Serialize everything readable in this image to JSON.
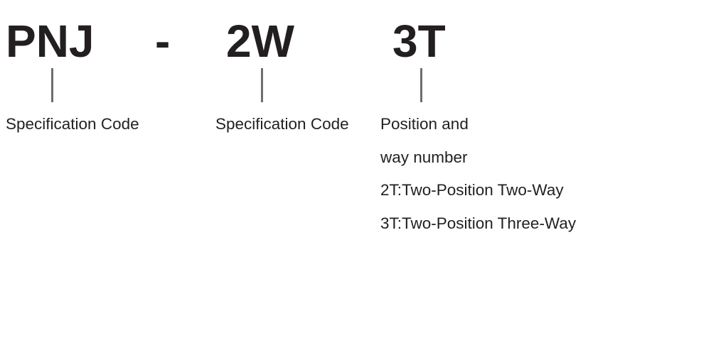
{
  "codes": {
    "series": "PNJ",
    "separator": "-",
    "spec": "2W",
    "position": "3T"
  },
  "descriptions": {
    "series": "Specification Code",
    "spec": "Specification Code",
    "position": {
      "line1": "Position and",
      "line2": "way number",
      "line3": "2T:Two-Position Two-Way",
      "line4": "3T:Two-Position Three-Way"
    }
  },
  "colors": {
    "text": "#231f20",
    "connector": "#6d6e71",
    "background": "#ffffff"
  }
}
